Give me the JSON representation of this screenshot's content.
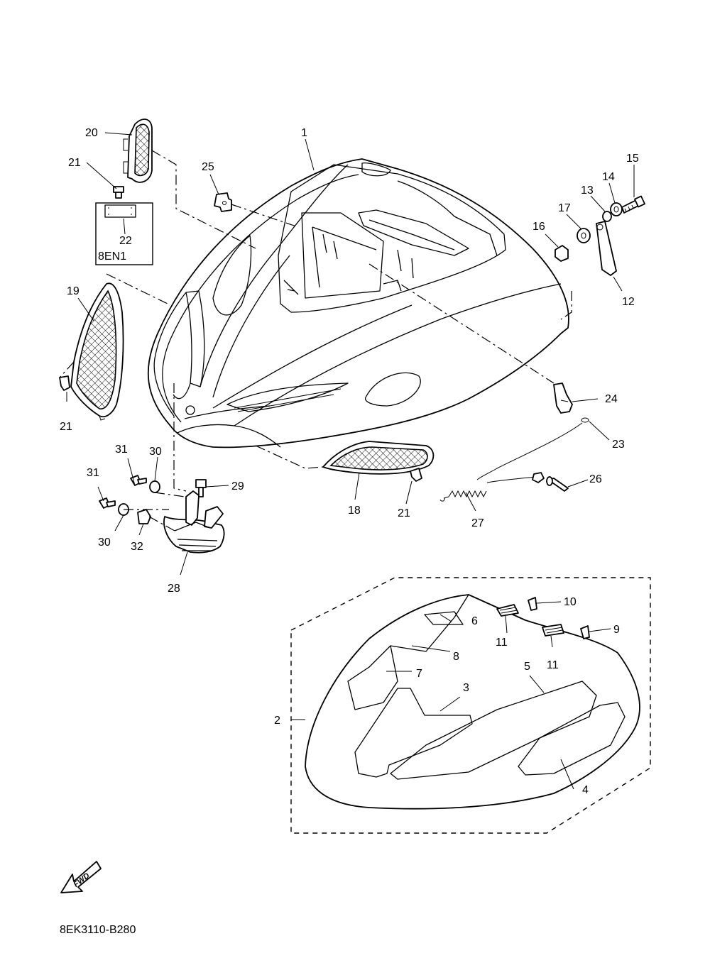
{
  "diagram_code": "8EK3110-B280",
  "variant_label": "8EN1",
  "fwd_label": "FWD",
  "callouts": {
    "c1": "1",
    "c2": "2",
    "c3": "3",
    "c4": "4",
    "c5": "5",
    "c6": "6",
    "c7": "7",
    "c8": "8",
    "c9": "9",
    "c10": "10",
    "c11a": "11",
    "c11b": "11",
    "c12": "12",
    "c13": "13",
    "c14": "14",
    "c15": "15",
    "c16": "16",
    "c17": "17",
    "c18": "18",
    "c19": "19",
    "c20": "20",
    "c21a": "21",
    "c21b": "21",
    "c21c": "21",
    "c22": "22",
    "c23": "23",
    "c24": "24",
    "c25": "25",
    "c26": "26",
    "c27": "27",
    "c28": "28",
    "c29": "29",
    "c30a": "30",
    "c30b": "30",
    "c31a": "31",
    "c31b": "31",
    "c32": "32"
  }
}
